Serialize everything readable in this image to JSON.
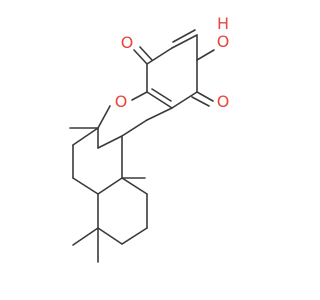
{
  "molecule": {
    "atoms": {
      "oxygen": "O",
      "hydrogen": "H"
    },
    "labels": {
      "ring_oxygen": "O",
      "ketone_top": "O",
      "ketone_right": "O",
      "hydroxyl_o": "O",
      "hydroxyl_h": "H"
    }
  },
  "colors": {
    "bond": "#3a3a3a",
    "heteroatom": "#e8463a",
    "background": "#ffffff"
  }
}
